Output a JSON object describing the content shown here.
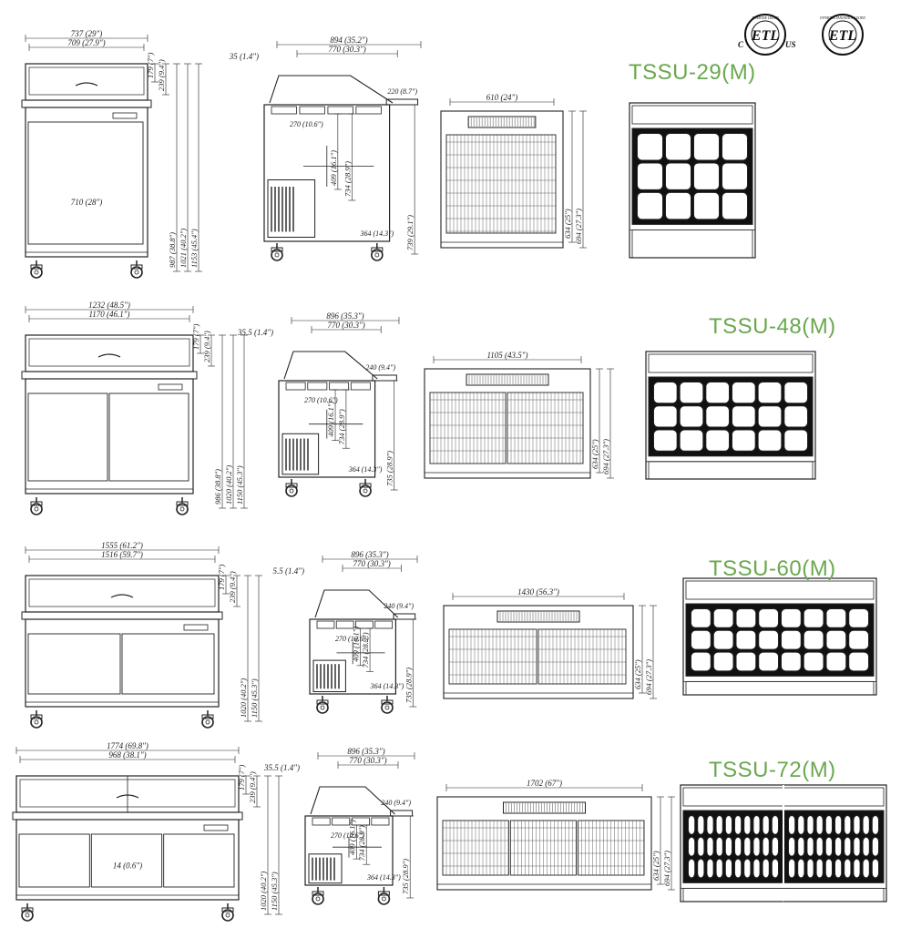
{
  "accent_color": "#6aa84f",
  "line_color": "#222222",
  "certifications": [
    {
      "mark": "ETL",
      "prefix": "C",
      "suffix": "US",
      "ring_text": "INTERTEK LISTED"
    },
    {
      "mark": "ETL",
      "prefix": "",
      "suffix": "",
      "ring_text": "INTERTEK SANITATION LISTED"
    }
  ],
  "models": [
    {
      "name": "TSSU-29(M)",
      "front": {
        "overall_width": "737 (29\")",
        "body_width": "709 (27.9\")",
        "door_width": "710 (28\")",
        "dims_right": [
          "179 (7\")",
          "239 (9.4\")",
          "987 (38.8\")",
          "1021 (40.2\")",
          "1153 (45.4\")"
        ],
        "doors": 1,
        "top_pans": 1
      },
      "side": {
        "depth": "894 (35.2\")",
        "top_offset": "35 (1.4\")",
        "inner_depth": "770 (30.3\")",
        "cutting_board": "220 (8.7\")",
        "pan_depth": "270 (10.6\")",
        "pan_height": "409 (16.1\")",
        "inner_height": "734 (28.9\")",
        "rail_height": "739 (29.1\")",
        "base_depth": "364 (14.3\")"
      },
      "plan": {
        "width": "610 (24\")",
        "depth_a": "634 (25\")",
        "depth_b": "694 (27.3\")",
        "sections": 1
      },
      "pans": {
        "cols": 4,
        "rows": 3,
        "sections": 1
      }
    },
    {
      "name": "TSSU-48(M)",
      "front": {
        "overall_width": "1232 (48.5\")",
        "body_width": "1170 (46.1\")",
        "door_width": "",
        "dims_right": [
          "179 (7\")",
          "239 (9.4\")",
          "986 (38.8\")",
          "1020 (40.2\")",
          "1150 (45.3\")"
        ],
        "doors": 2,
        "top_pans": 1
      },
      "side": {
        "depth": "896 (35.3\")",
        "top_offset": "35.5 (1.4\")",
        "inner_depth": "770 (30.3\")",
        "cutting_board": "240 (9.4\")",
        "pan_depth": "270 (10.6\")",
        "pan_height": "409 (16.1\")",
        "inner_height": "734 (28.9\")",
        "rail_height": "735 (28.9\")",
        "base_depth": "364 (14.3\")"
      },
      "plan": {
        "width": "1105 (43.5\")",
        "depth_a": "634 (25\")",
        "depth_b": "694 (27.3\")",
        "sections": 2
      },
      "pans": {
        "cols": 6,
        "rows": 3,
        "sections": 1
      }
    },
    {
      "name": "TSSU-60(M)",
      "front": {
        "overall_width": "1555 (61.2\")",
        "body_width": "1516 (59.7\")",
        "door_width": "",
        "dims_right": [
          "179 (7\")",
          "239 (9.4\")",
          "1020 (40.2\")",
          "1150 (45.3\")"
        ],
        "doors": 2,
        "top_pans": 1
      },
      "side": {
        "depth": "896 (35.3\")",
        "top_offset": "5.5 (1.4\")",
        "inner_depth": "770 (30.3\")",
        "cutting_board": "240 (9.4\")",
        "pan_depth": "270 (10.6\")",
        "pan_height": "409 (16.1\")",
        "inner_height": "734 (28.9\")",
        "rail_height": "735 (28.9\")",
        "base_depth": "364 (14.3\")"
      },
      "plan": {
        "width": "1430 (56.3\")",
        "depth_a": "634 (25\")",
        "depth_b": "694 (27.3\")",
        "sections": 2
      },
      "pans": {
        "cols": 8,
        "rows": 3,
        "sections": 1
      }
    },
    {
      "name": "TSSU-72(M)",
      "front": {
        "overall_width": "1774 (69.8\")",
        "body_width": "968 (38.1\")",
        "door_width": "14 (0.6\")",
        "dims_right": [
          "179 (7\")",
          "239 (9.4\")",
          "1020 (40.2\")",
          "1150 (45.3\")"
        ],
        "doors": 3,
        "top_pans": 2
      },
      "side": {
        "depth": "896 (35.3\")",
        "top_offset": "35.5 (1.4\")",
        "inner_depth": "770 (30.3\")",
        "cutting_board": "240 (9.4\")",
        "pan_depth": "270 (10.6\")",
        "pan_height": "409 (16.1\")",
        "inner_height": "734 (28.9\")",
        "rail_height": "735 (28.9\")",
        "base_depth": "364 (14.3\")"
      },
      "plan": {
        "width": "1702 (67\")",
        "depth_a": "634 (25\")",
        "depth_b": "694 (27.3\")",
        "sections": 3
      },
      "pans": {
        "cols": 10,
        "rows": 3,
        "sections": 2
      }
    }
  ]
}
